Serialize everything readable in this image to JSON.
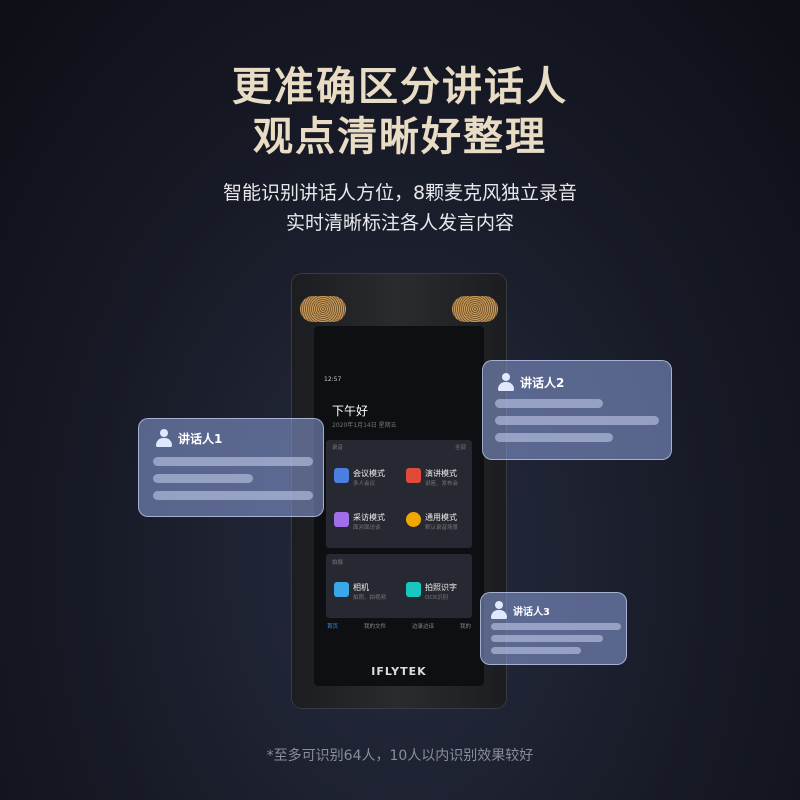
{
  "headline": [
    "更准确区分讲话人",
    "观点清晰好整理"
  ],
  "subtitle": [
    "智能识别讲话人方位，8颗麦克风独立录音",
    "实时清晰标注各人发言内容"
  ],
  "footnote": "*至多可识别64人，10人以内识别效果较好",
  "device": {
    "brand": "IFLYTEK",
    "status_time": "12:57",
    "greeting": "下午好",
    "date": "2020年1月14日 星期五",
    "record_section": "录音",
    "record_all": "全部",
    "record_modes": [
      {
        "title": "会议模式",
        "desc": "多人会议",
        "color": "#4a7fe0"
      },
      {
        "title": "演讲模式",
        "desc": "讲座、发布会",
        "color": "#e04a3a"
      },
      {
        "title": "采访模式",
        "desc": "面对面访谈",
        "color": "#a06ee8"
      },
      {
        "title": "通用模式",
        "desc": "默认录音场景",
        "color": "#f0a800"
      }
    ],
    "shoot_section": "拍摄",
    "shoot_modes": [
      {
        "title": "相机",
        "desc": "拍照、拍视频",
        "color": "#3aa8e8"
      },
      {
        "title": "拍照识字",
        "desc": "OCR识别",
        "color": "#18c8c0"
      }
    ],
    "nav": [
      "首页",
      "我的文件",
      "边录边译",
      "我的"
    ]
  },
  "bubbles": [
    {
      "name": "讲话人1"
    },
    {
      "name": "讲话人2"
    },
    {
      "name": "讲话人3"
    }
  ]
}
